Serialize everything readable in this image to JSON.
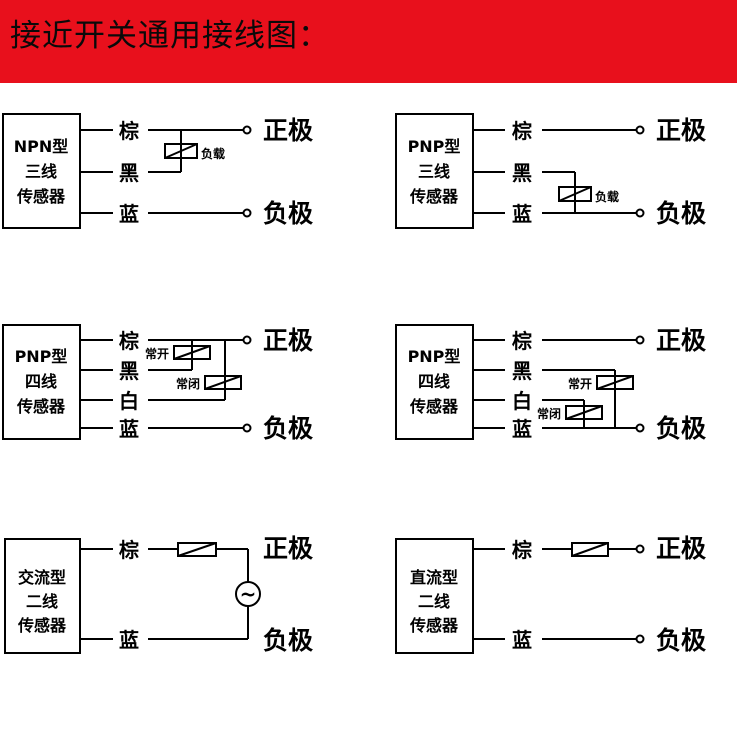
{
  "title": "接近开关通用接线图：",
  "colors": {
    "header": "#e8101c",
    "line": "#000000"
  },
  "wires": {
    "brown": "棕",
    "black": "黑",
    "white": "白",
    "blue": "蓝"
  },
  "poles": {
    "positive": "正极",
    "negative": "负极"
  },
  "labels": {
    "load": "负载",
    "normally_open": "常开",
    "normally_closed": "常闭",
    "ac_symbol": "~"
  },
  "sensors": {
    "npn3": [
      "NPN型",
      "三线",
      "传感器"
    ],
    "pnp3": [
      "PNP型",
      "三线",
      "传感器"
    ],
    "pnp4a": [
      "PNP型",
      "四线",
      "传感器"
    ],
    "pnp4b": [
      "PNP型",
      "四线",
      "传感器"
    ],
    "ac2": [
      "交流型",
      "二线",
      "传感器"
    ],
    "dc2": [
      "直流型",
      "二线",
      "传感器"
    ]
  }
}
